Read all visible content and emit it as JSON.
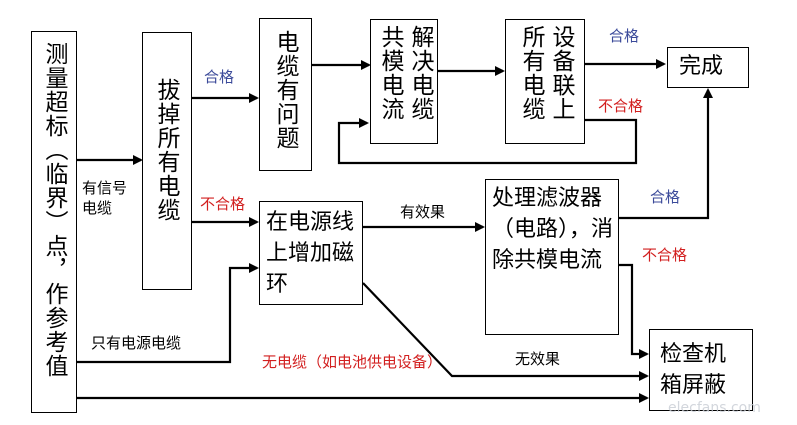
{
  "nodes": {
    "measure": "测量超标（临界）点，作参考值",
    "unplug": "拔掉所有电缆",
    "cable_problem": "电缆有问题",
    "solve_cm_col1": "解决电缆",
    "solve_cm_col2": "共模电流",
    "reconnect_col1": "设备联上",
    "reconnect_col2": "所有电缆",
    "done": "完成",
    "ferrite": "在电源线上增加磁环",
    "filter": "处理滤波器（电路），消除共模电流",
    "shield": "检查机箱屏蔽"
  },
  "labels": {
    "has_signal_cable": "有信号电缆",
    "pass_1": "合格",
    "fail_1": "不合格",
    "pass_2": "合格",
    "fail_2": "不合格",
    "effective": "有效果",
    "pass_3": "合格",
    "fail_3": "不合格",
    "power_only": "只有电源电缆",
    "no_effect": "无效果",
    "no_cable": "无电缆（如电池供电设备）"
  },
  "colors": {
    "pass": "#3b4a9a",
    "fail": "#d21f1f",
    "line": "#000000"
  },
  "watermark": "elecfans.com"
}
